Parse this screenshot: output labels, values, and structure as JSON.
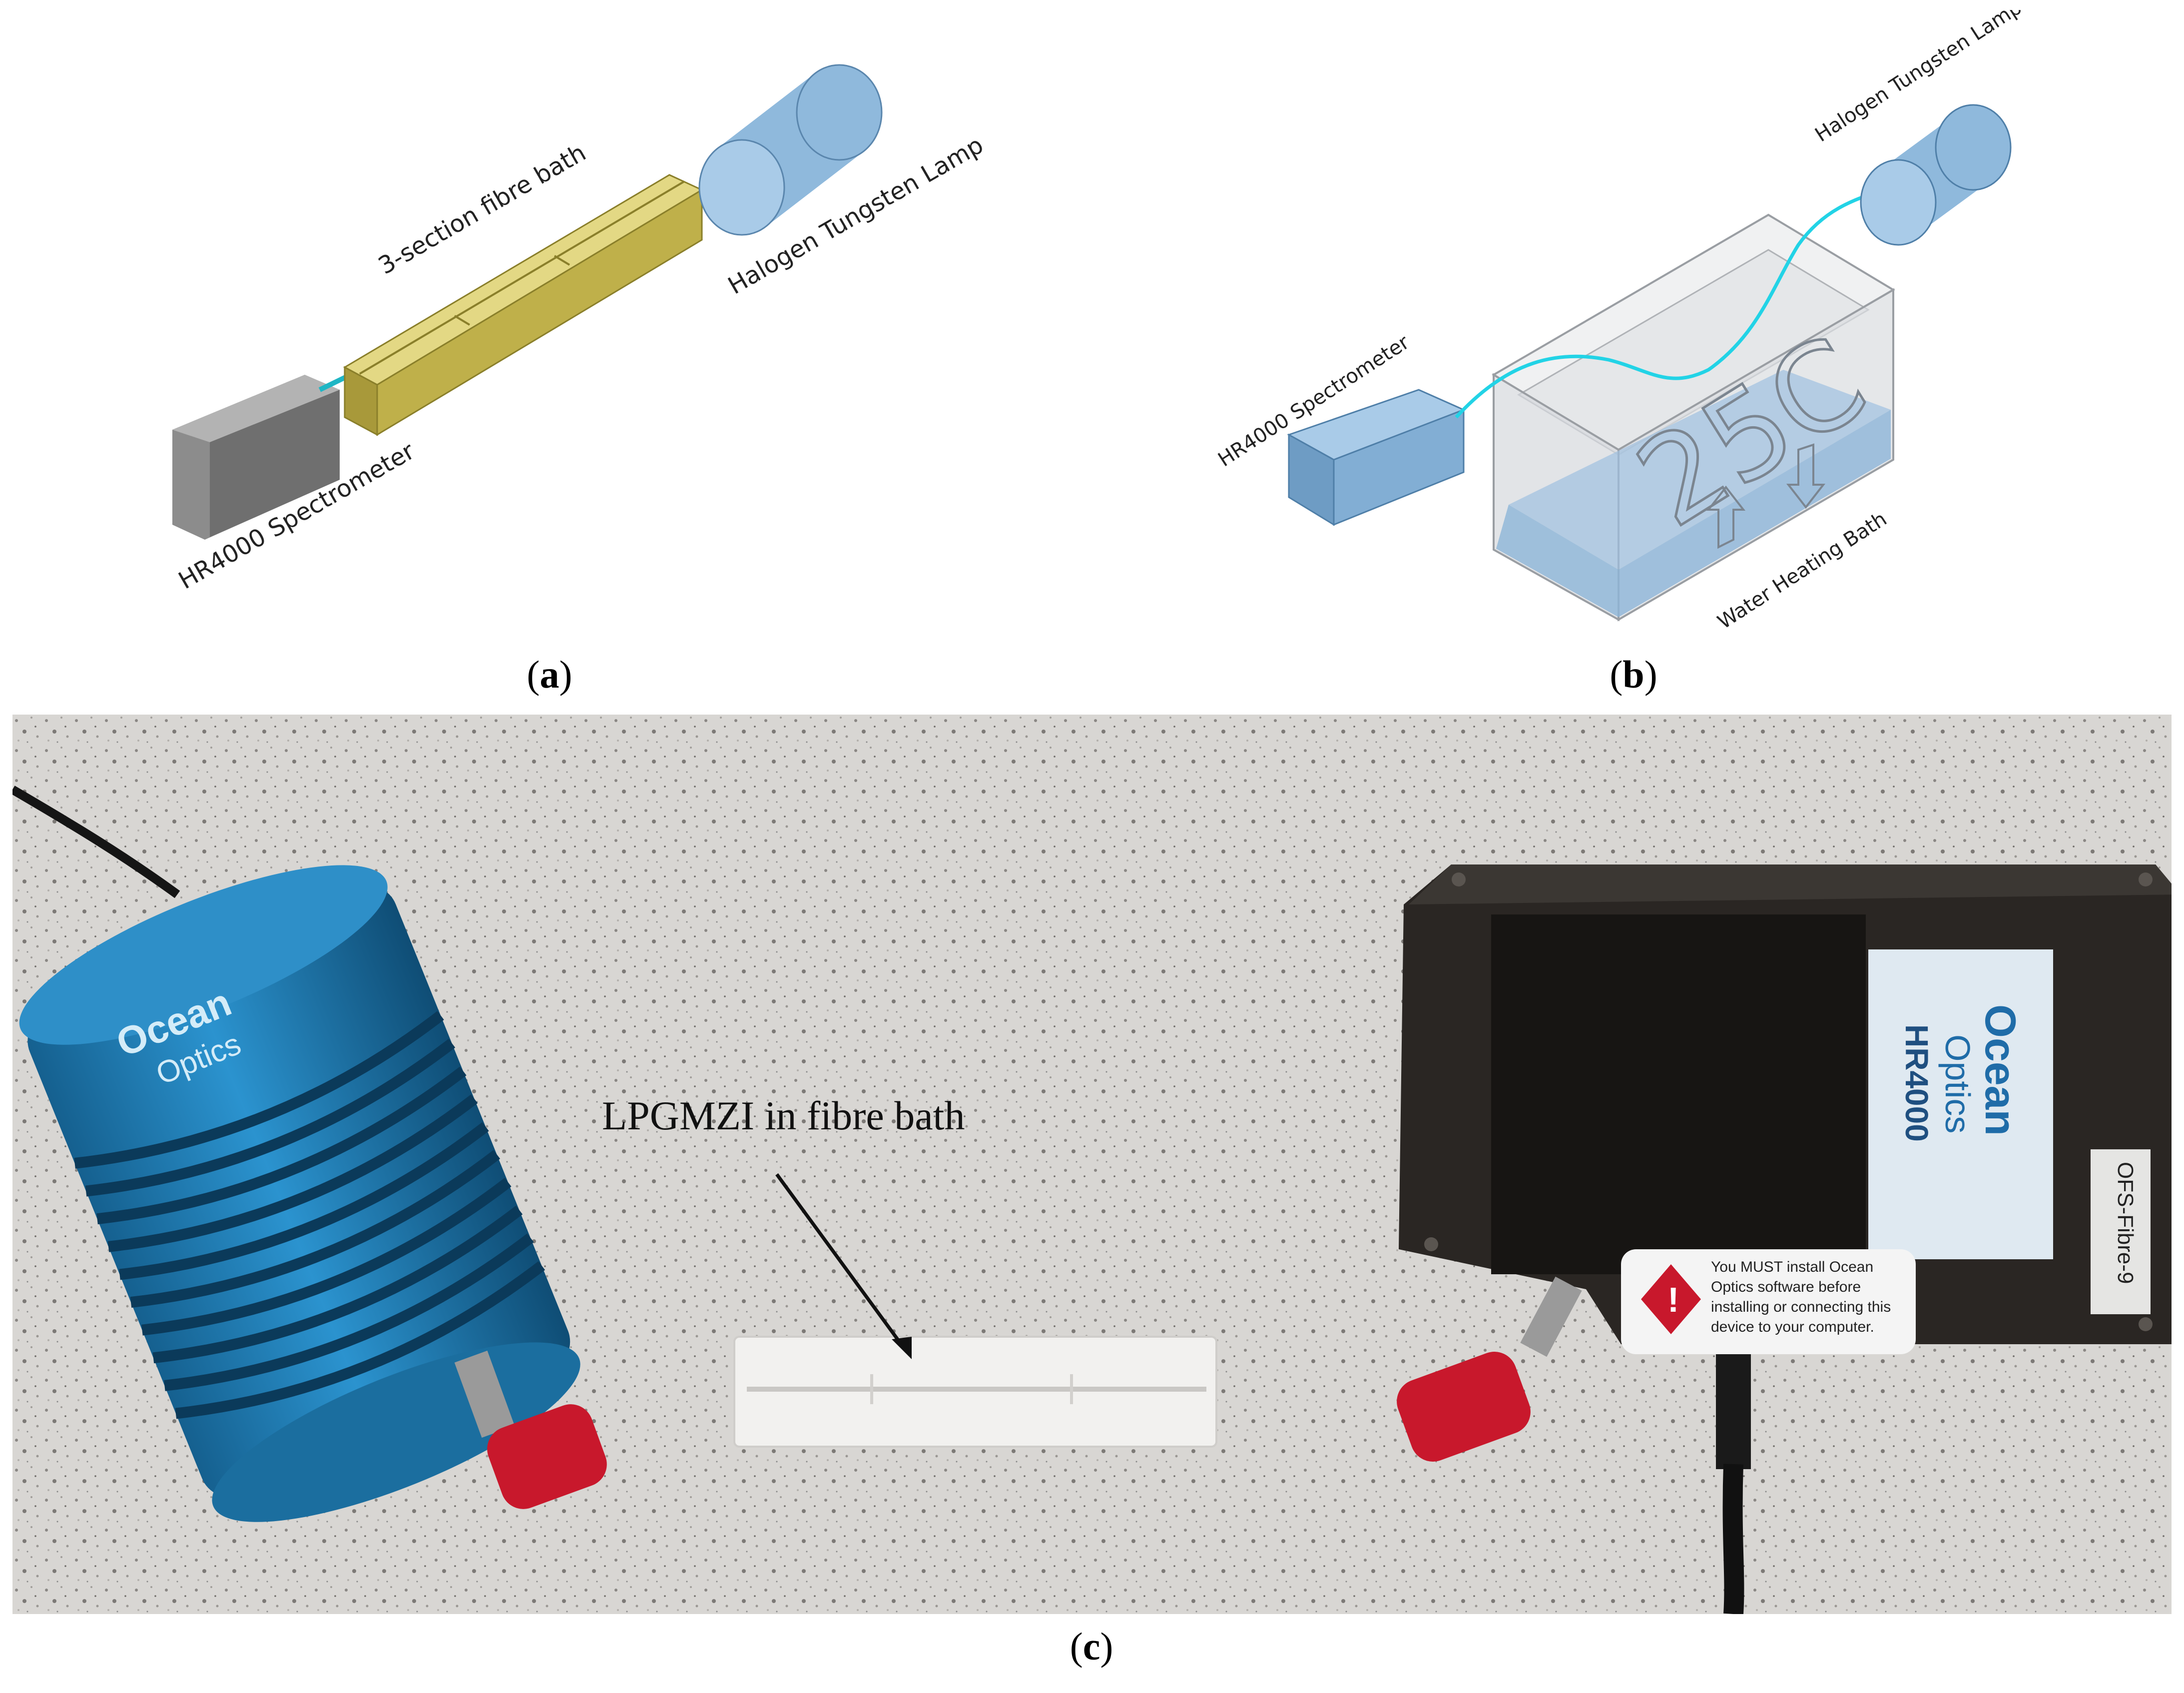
{
  "panel_a": {
    "bath_label": "3-section fibre bath",
    "lamp_label": "Halogen Tungsten Lamp",
    "spectrometer_label": "HR4000 Spectrometer",
    "caption_open": "(",
    "caption_letter": "a",
    "caption_close": ")"
  },
  "panel_b": {
    "spectrometer_label": "HR4000 Spectrometer",
    "lamp_label": "Halogen Tungsten Lamp",
    "bath_label": "Water Heating Bath",
    "temperature_glyph": "25C",
    "caption_open": "(",
    "caption_letter": "b",
    "caption_close": ")"
  },
  "panel_c": {
    "annotation": "LPGMZI in fibre bath",
    "lamp_brand_1": "Ocean",
    "lamp_brand_2": "Optics",
    "spec_brand_1": "Ocean",
    "spec_brand_2": "Optics",
    "spec_model": "HR4000",
    "warning_text_1": "You MUST install Ocean",
    "warning_text_2": "Optics software before",
    "warning_text_3": "installing or connecting this",
    "warning_text_4": "device to your computer.",
    "side_sticker": "OFS-Fibre-9",
    "caption_open": "(",
    "caption_letter": "c",
    "caption_close": ")"
  },
  "colors": {
    "fibre": "#1fb6c4",
    "bath_gold": "#c8bb5a",
    "lamp_blue": "#8fb9dc",
    "spectrometer_grey": "#8c8c8c",
    "countertop": "#d9d7d4",
    "lamp_body": "#1f7fb8",
    "connector_red": "#c8182c"
  }
}
